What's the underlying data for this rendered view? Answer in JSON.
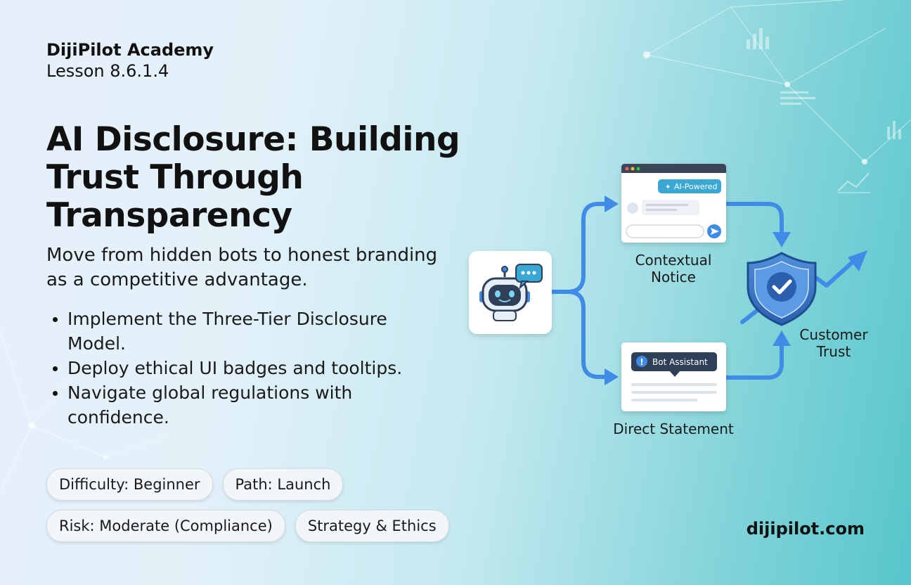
{
  "header": {
    "brand": "DijiPilot Academy",
    "lesson": "Lesson 8.6.1.4"
  },
  "main": {
    "title": "AI Disclosure: Building Trust Through Transparency",
    "subtitle": "Move from hidden bots to honest branding as a competitive advantage.",
    "bullets": [
      "Implement the Three-Tier Disclosure Model.",
      "Deploy ethical UI badges and tooltips.",
      "Navigate global regulations with confidence."
    ]
  },
  "tags": [
    "Difficulty: Beginner",
    "Path: Launch",
    "Risk: Moderate (Compliance)",
    "Strategy & Ethics"
  ],
  "diagram": {
    "source_icon": "robot-chat-icon",
    "contextual_badge": "AI-Powered",
    "contextual_label_line1": "Contextual",
    "contextual_label_line2": "Notice",
    "direct_badge": "Bot Assistant",
    "direct_label": "Direct Statement",
    "trust_label_line1": "Customer",
    "trust_label_line2": "Trust",
    "trust_icon": "shield-check-icon"
  },
  "colors": {
    "arrow_blue": "#3f8be6",
    "shield_blue": "#2f6fbf",
    "badge_teal": "#3ba7d3",
    "badge_dark": "#2e3f57",
    "window_bar": "#3a4558"
  },
  "footer": {
    "domain": "dijipilot.com"
  }
}
